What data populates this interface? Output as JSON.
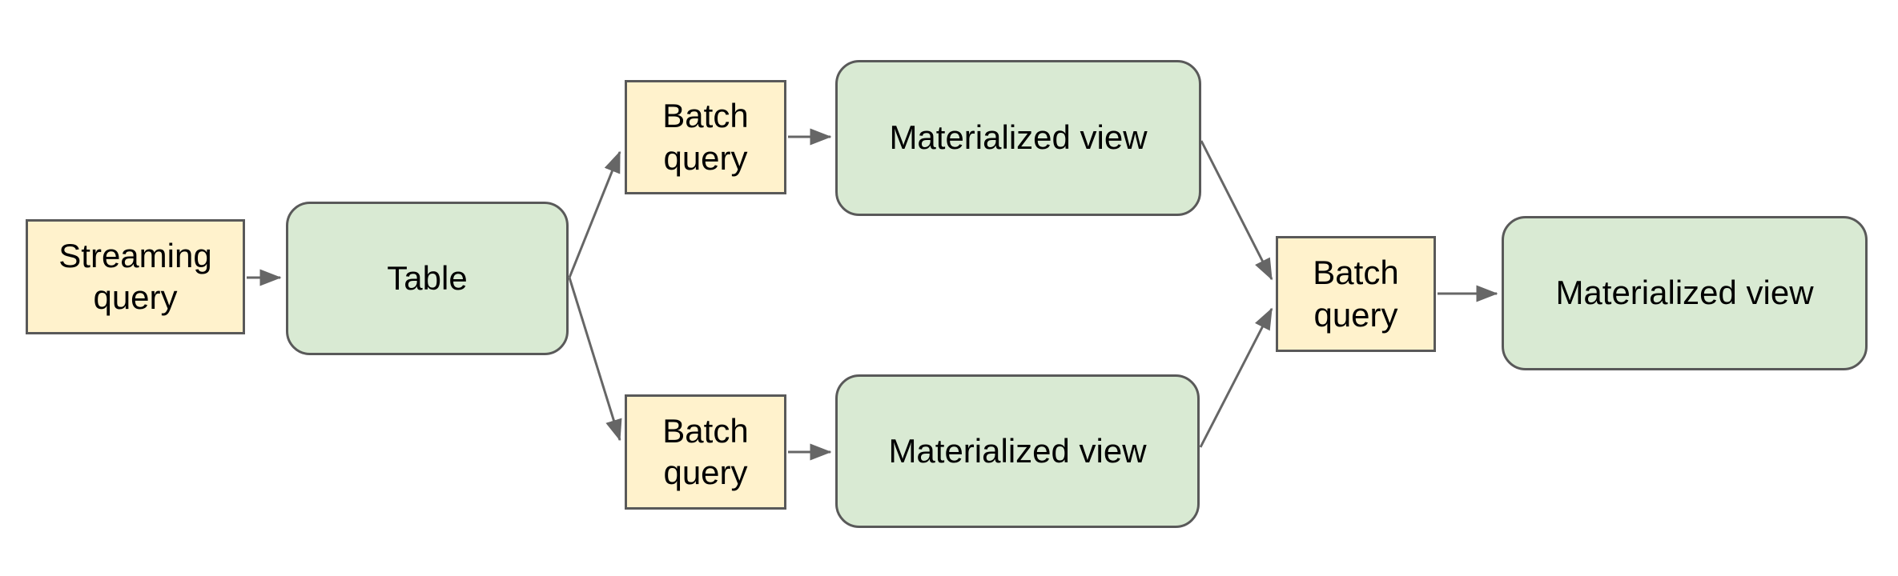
{
  "colors": {
    "background": "#ffffff",
    "yellow-fill": "#fff2cc",
    "green-fill": "#d9ead3",
    "shape-border": "#595959",
    "connector": "#666666",
    "text": "#000000"
  },
  "diagram": {
    "nodes": [
      {
        "id": "streaming-query",
        "label": "Streaming query",
        "shape": "rectangle",
        "fill": "#fff2cc"
      },
      {
        "id": "table",
        "label": "Table",
        "shape": "rounded-rectangle",
        "fill": "#d9ead3"
      },
      {
        "id": "batch-query-top",
        "label": "Batch query",
        "shape": "rectangle",
        "fill": "#fff2cc"
      },
      {
        "id": "materialized-view-top",
        "label": "Materialized view",
        "shape": "rounded-rectangle",
        "fill": "#d9ead3"
      },
      {
        "id": "batch-query-bottom",
        "label": "Batch query",
        "shape": "rectangle",
        "fill": "#fff2cc"
      },
      {
        "id": "materialized-view-bottom",
        "label": "Materialized view",
        "shape": "rounded-rectangle",
        "fill": "#d9ead3"
      },
      {
        "id": "batch-query-final",
        "label": "Batch query",
        "shape": "rectangle",
        "fill": "#fff2cc"
      },
      {
        "id": "materialized-view-final",
        "label": "Materialized view",
        "shape": "rounded-rectangle",
        "fill": "#d9ead3"
      }
    ],
    "edges": [
      {
        "from": "streaming-query",
        "to": "table"
      },
      {
        "from": "table",
        "to": "batch-query-top"
      },
      {
        "from": "table",
        "to": "batch-query-bottom"
      },
      {
        "from": "batch-query-top",
        "to": "materialized-view-top"
      },
      {
        "from": "batch-query-bottom",
        "to": "materialized-view-bottom"
      },
      {
        "from": "materialized-view-top",
        "to": "batch-query-final"
      },
      {
        "from": "materialized-view-bottom",
        "to": "batch-query-final"
      },
      {
        "from": "batch-query-final",
        "to": "materialized-view-final"
      }
    ]
  }
}
